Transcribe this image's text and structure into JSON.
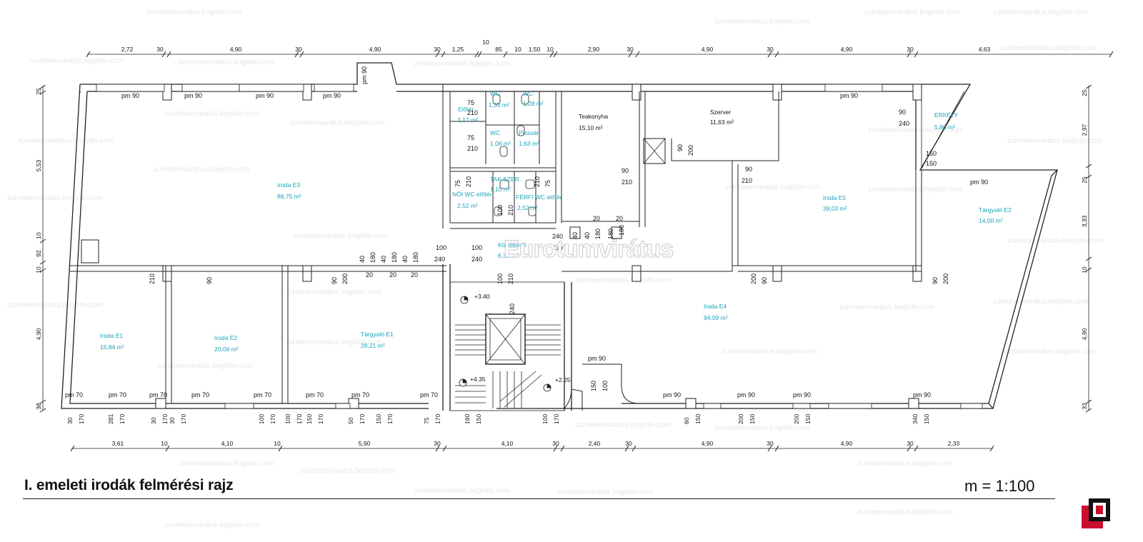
{
  "drawing": {
    "title": "I. emeleti irodák felmérési rajz",
    "scale": "m = 1:100",
    "watermark": "zuroteamvaratus.bogistin.com",
    "center_watermark": "Eurotumvirátus"
  },
  "dimensions": {
    "top": [
      "2,72",
      "30",
      "4,90",
      "30",
      "4,90",
      "30",
      "1,25",
      "10",
      "85",
      "10",
      "1,50",
      "10",
      "2,90",
      "30",
      "4,90",
      "30",
      "4,90",
      "30",
      "4,63"
    ],
    "bottom": [
      "3,61",
      "10",
      "4,10",
      "10",
      "5,90",
      "30",
      "4,10",
      "30",
      "2,40",
      "30",
      "4,90",
      "30",
      "4,90",
      "30",
      "2,33"
    ],
    "left": [
      "25",
      "5,53",
      "10",
      "92",
      "10",
      "4,90",
      "38"
    ],
    "right": [
      "25",
      "2,97",
      "25",
      "3,33",
      "10",
      "4,90",
      "33"
    ]
  },
  "rooms": [
    {
      "name": "Iroda E3",
      "area": "88,75 m²"
    },
    {
      "name": "Előtér",
      "area": "3,17 m²"
    },
    {
      "name": "WC",
      "area": "1,35 m²"
    },
    {
      "name": "WC",
      "area": "1,28 m²"
    },
    {
      "name": "WC",
      "area": "1,06 m²"
    },
    {
      "name": "Pissoár",
      "area": "1,63 m²"
    },
    {
      "name": "TAK.SZER.",
      "area": "1,10 m²"
    },
    {
      "name": "NŐI WC előtér",
      "area": "2,52 m²"
    },
    {
      "name": "FÉRFI WC előtér",
      "area": "2,52 m²"
    },
    {
      "name": "Teakonyha",
      "area": "15,10 m²"
    },
    {
      "name": "Szerver",
      "area": "11,63 m²"
    },
    {
      "name": "ERKÉLY",
      "area": "5,80 m²"
    },
    {
      "name": "Iroda E5",
      "area": "39,03 m²"
    },
    {
      "name": "Tárgyaló E2",
      "area": "14,00 m²"
    },
    {
      "name": "Közlekedő",
      "area": "6,30 m²"
    },
    {
      "name": "Iroda E4",
      "area": "94,09 m²"
    },
    {
      "name": "Iroda E1",
      "area": "16,84 m²"
    },
    {
      "name": "Iroda E2",
      "area": "20,09 m²"
    },
    {
      "name": "Tárgyaló E1",
      "area": "28,21 m²"
    }
  ],
  "levels": [
    "+3.40",
    "+4.35",
    "+2.25"
  ],
  "window_labels": {
    "top": [
      "pm 90",
      "pm 90",
      "pm 90",
      "pm 90",
      "pm 90"
    ],
    "bottom": [
      "pm 70",
      "pm 70",
      "pm 70",
      "pm 70",
      "pm 70",
      "pm 70",
      "pm 70",
      "pm 70",
      "pm 90",
      "pm 90",
      "pm 90",
      "pm 90"
    ],
    "misc": [
      "pm 90",
      "pm 90",
      "pm 90"
    ]
  },
  "door_labels": {
    "list_a": [
      "90",
      "210",
      "90",
      "200",
      "90",
      "210",
      "90",
      "200",
      "150",
      "150",
      "90",
      "240",
      "90",
      "200",
      "90",
      "210",
      "90",
      "200",
      "100",
      "240",
      "100",
      "240",
      "240",
      "210",
      "150",
      "100"
    ],
    "list_b": [
      "75",
      "210",
      "75",
      "210",
      "75",
      "210",
      "75",
      "210",
      "100",
      "210",
      "100",
      "210",
      "240",
      "180",
      "40",
      "180",
      "20",
      "40",
      "180",
      "20",
      "40",
      "180",
      "20",
      "40",
      "180",
      "20",
      "40",
      "180",
      "20"
    ]
  },
  "bottom_sills": [
    "30",
    "170",
    "281",
    "170",
    "30",
    "170",
    "30",
    "170",
    "100",
    "170",
    "100",
    "170",
    "150",
    "170",
    "50",
    "170",
    "150",
    "170",
    "75",
    "170",
    "160",
    "150",
    "100",
    "170",
    "60",
    "150",
    "200",
    "150",
    "200",
    "150",
    "340",
    "150"
  ]
}
